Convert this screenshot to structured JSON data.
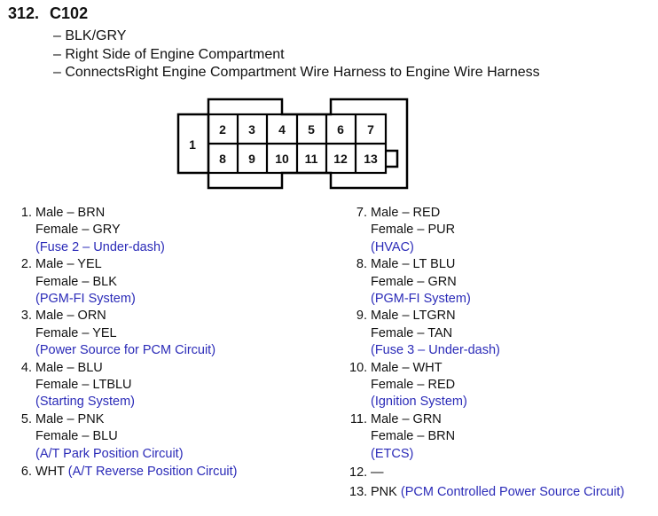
{
  "connector": {
    "number": "312.",
    "id": "C102",
    "color": "– BLK/GRY",
    "location": "– Right Side of Engine Compartment",
    "connects": "– ConnectsRight Engine Compartment Wire Harness to Engine Wire Harness",
    "pin_labels": [
      "1",
      "2",
      "3",
      "4",
      "5",
      "6",
      "7",
      "8",
      "9",
      "10",
      "11",
      "12",
      "13"
    ]
  },
  "pins_left": [
    {
      "num": "1.",
      "male": "Male – BRN",
      "female": "Female – GRY",
      "circuit": "(Fuse 2 – Under-dash)"
    },
    {
      "num": "2.",
      "male": "Male – YEL",
      "female": "Female – BLK",
      "circuit": "(PGM-FI System)"
    },
    {
      "num": "3.",
      "male": "Male – ORN",
      "female": "Female – YEL",
      "circuit": "(Power Source for PCM Circuit)"
    },
    {
      "num": "4.",
      "male": "Male – BLU",
      "female": "Female – LTBLU",
      "circuit": "(Starting System)"
    },
    {
      "num": "5.",
      "male": "Male – PNK",
      "female": "Female – BLU",
      "circuit": "(A/T Park Position Circuit)"
    },
    {
      "num": "6.",
      "single": "WHT",
      "circuit": "(A/T Reverse Position Circuit)"
    }
  ],
  "pins_right": [
    {
      "num": "7.",
      "male": "Male – RED",
      "female": "Female – PUR",
      "circuit": "(HVAC)"
    },
    {
      "num": "8.",
      "male": "Male – LT BLU",
      "female": "Female – GRN",
      "circuit": "(PGM-FI System)"
    },
    {
      "num": "9.",
      "male": "Male – LTGRN",
      "female": "Female – TAN",
      "circuit": "(Fuse 3 – Under-dash)"
    },
    {
      "num": "10.",
      "male": "Male – WHT",
      "female": "Female – RED",
      "circuit": "(Ignition System)"
    },
    {
      "num": "11.",
      "male": "Male – GRN",
      "female": "Female – BRN",
      "circuit": "(ETCS)"
    },
    {
      "num": "12.",
      "single": "—",
      "circuit": ""
    },
    {
      "num": "13.",
      "single": "PNK",
      "circuit": "(PCM Controlled Power Source Circuit)"
    }
  ],
  "colors": {
    "circuit_text": "#2b2bb8",
    "text": "#111111"
  }
}
